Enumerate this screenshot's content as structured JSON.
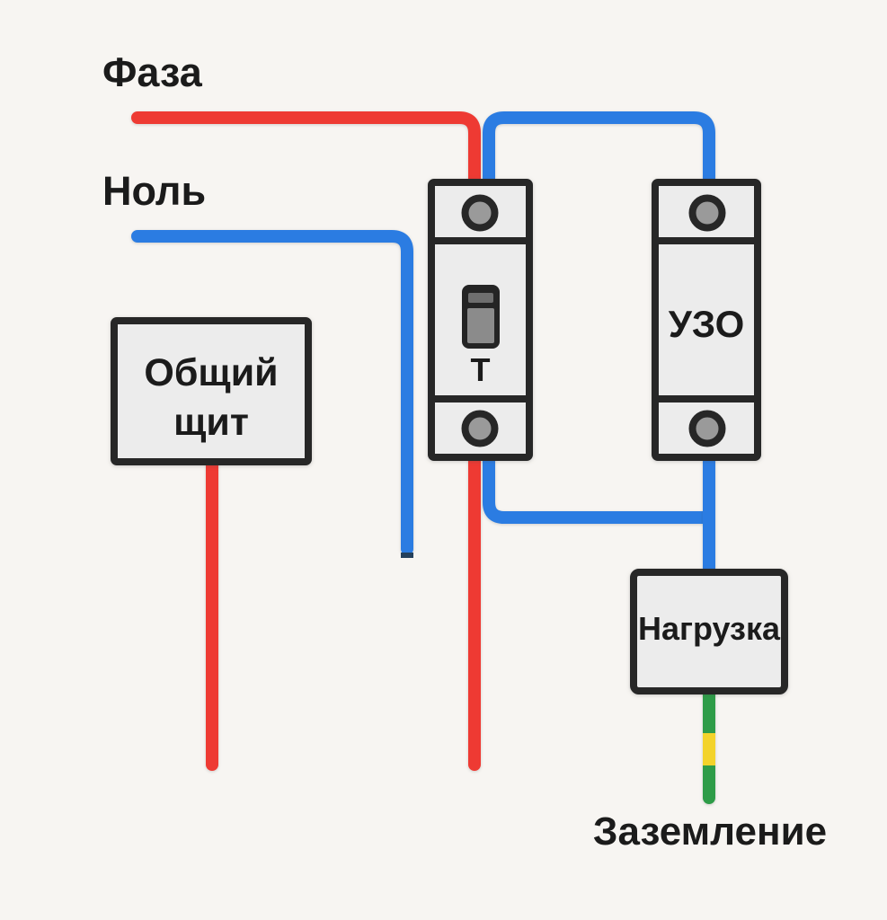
{
  "labels": {
    "phase": "Фаза",
    "neutral": "Ноль",
    "ground": "Заземление"
  },
  "devices": {
    "panel": {
      "label_line1": "Общий",
      "label_line2": "щит"
    },
    "breaker": {
      "label": "Т"
    },
    "rcd": {
      "label": "УЗО"
    },
    "load": {
      "label": "Нагрузка"
    }
  },
  "colors": {
    "phase_wire": "#ee3a33",
    "neutral_wire": "#2b7ce2",
    "neutral_end_cap": "#24405c",
    "ground_green": "#2e9c48",
    "ground_yellow": "#f3d32b",
    "device_outline": "#272727",
    "device_fill": "#ececec",
    "terminal_fill": "#9a9a9a",
    "toggle_body": "#242424",
    "toggle_slot": "#6e6e6e",
    "toggle_actuator": "#8b8b8b",
    "background": "#f7f5f2",
    "text": "#1b1b1b"
  }
}
